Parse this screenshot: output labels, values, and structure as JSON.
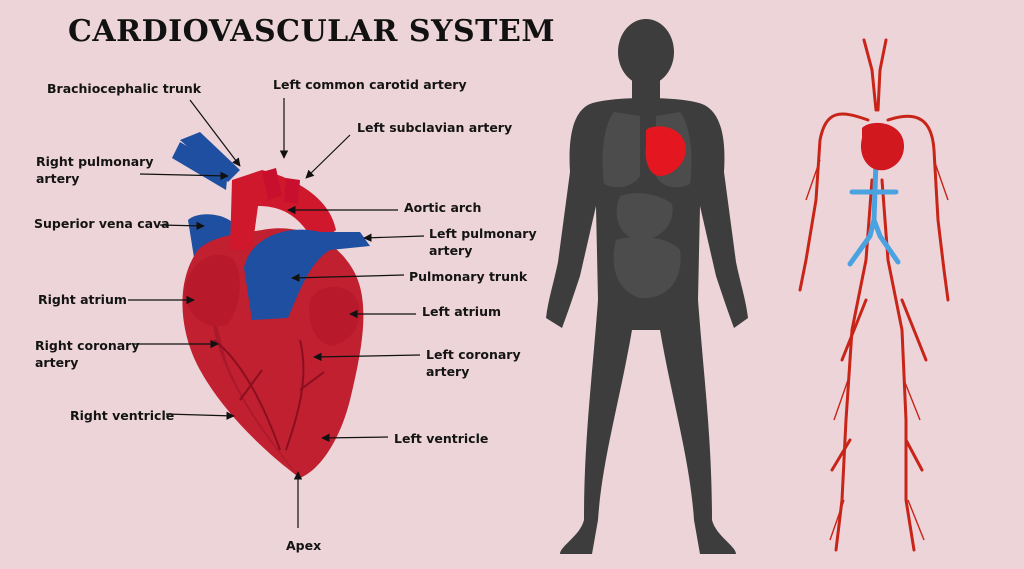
{
  "title": "CARDIOVASCULAR SYSTEM",
  "labels": {
    "brachiocephalic_trunk": "Brachiocephalic trunk",
    "left_common_carotid_artery": "Left common carotid artery",
    "left_subclavian_artery": "Left subclavian artery",
    "right_pulmonary_artery": "Right pulmonary\nartery",
    "aortic_arch": "Aortic arch",
    "superior_vena_cava": "Superior vena cava",
    "left_pulmonary_artery": "Left pulmonary\nartery",
    "pulmonary_trunk": "Pulmonary trunk",
    "right_atrium": "Right atrium",
    "left_atrium": "Left atrium",
    "right_coronary_artery": "Right coronary\nartery",
    "left_coronary_artery": "Left coronary\nartery",
    "right_ventricle": "Right ventricle",
    "left_ventricle": "Left ventricle",
    "apex": "Apex"
  },
  "colors": {
    "background": "#ecd4d8",
    "artery_red": "#c8102e",
    "vein_blue": "#1f4fa0",
    "heart_dark": "#8f1a2c",
    "silhouette": "#3d3d3d",
    "vessel_blue_light": "#4aa3e0"
  }
}
